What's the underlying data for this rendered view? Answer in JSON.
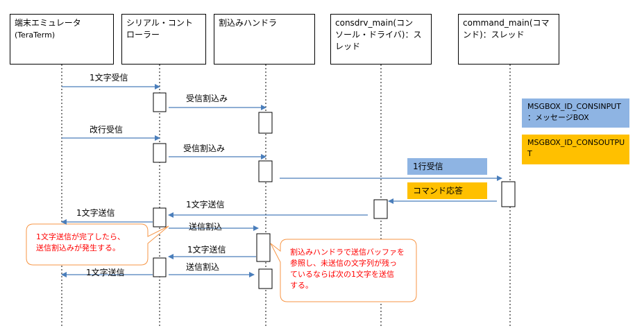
{
  "lifelines": [
    {
      "title": "端末エミュレータ",
      "subtitle": "(TeraTerm)"
    },
    {
      "title": "シリアル・コント",
      "subtitle": "ローラー"
    },
    {
      "title": "割込みハンドラ",
      "subtitle": ""
    },
    {
      "title": "consdrv_main(コン",
      "subtitle": "ソール・ドライバ)：ス",
      "subtitle2": "レッド"
    },
    {
      "title": "command_main(コマ",
      "subtitle": "ンド)：スレッド"
    }
  ],
  "messages": {
    "m1": "1文字受信",
    "m2": "受信割込み",
    "m3": "改行受信",
    "m4": "受信割込み",
    "m5": "1行受信",
    "m6": "コマンド応答",
    "m7": "1文字送信",
    "m8": "1文字送信",
    "m9": "送信割込",
    "m10": "1文字送信",
    "m11": "1文字送信",
    "m12": "送信割込"
  },
  "legend": {
    "consinput_line1": "MSGBOX_ID_CONSINPUT",
    "consinput_line2": "：メッセージBOX",
    "consoutput_line1": "MSGBOX_ID_CONSOUTPU",
    "consoutput_line2": "T"
  },
  "callouts": {
    "left_line1": "1文字送信が完了したら、",
    "left_line2": "送信割込みが発生する。",
    "right_line1": "割込みハンドラで送信バッファを",
    "right_line2": "参照し、未送信の文字列が残っ",
    "right_line3": "ているならば次の1文字を送信",
    "right_line4": "する。"
  },
  "colors": {
    "arrow": "#4a7ebb",
    "consinput": "#8eb4e3",
    "consoutput": "#ffc000",
    "callout_border": "#f79646",
    "callout_text": "#ff0000"
  }
}
